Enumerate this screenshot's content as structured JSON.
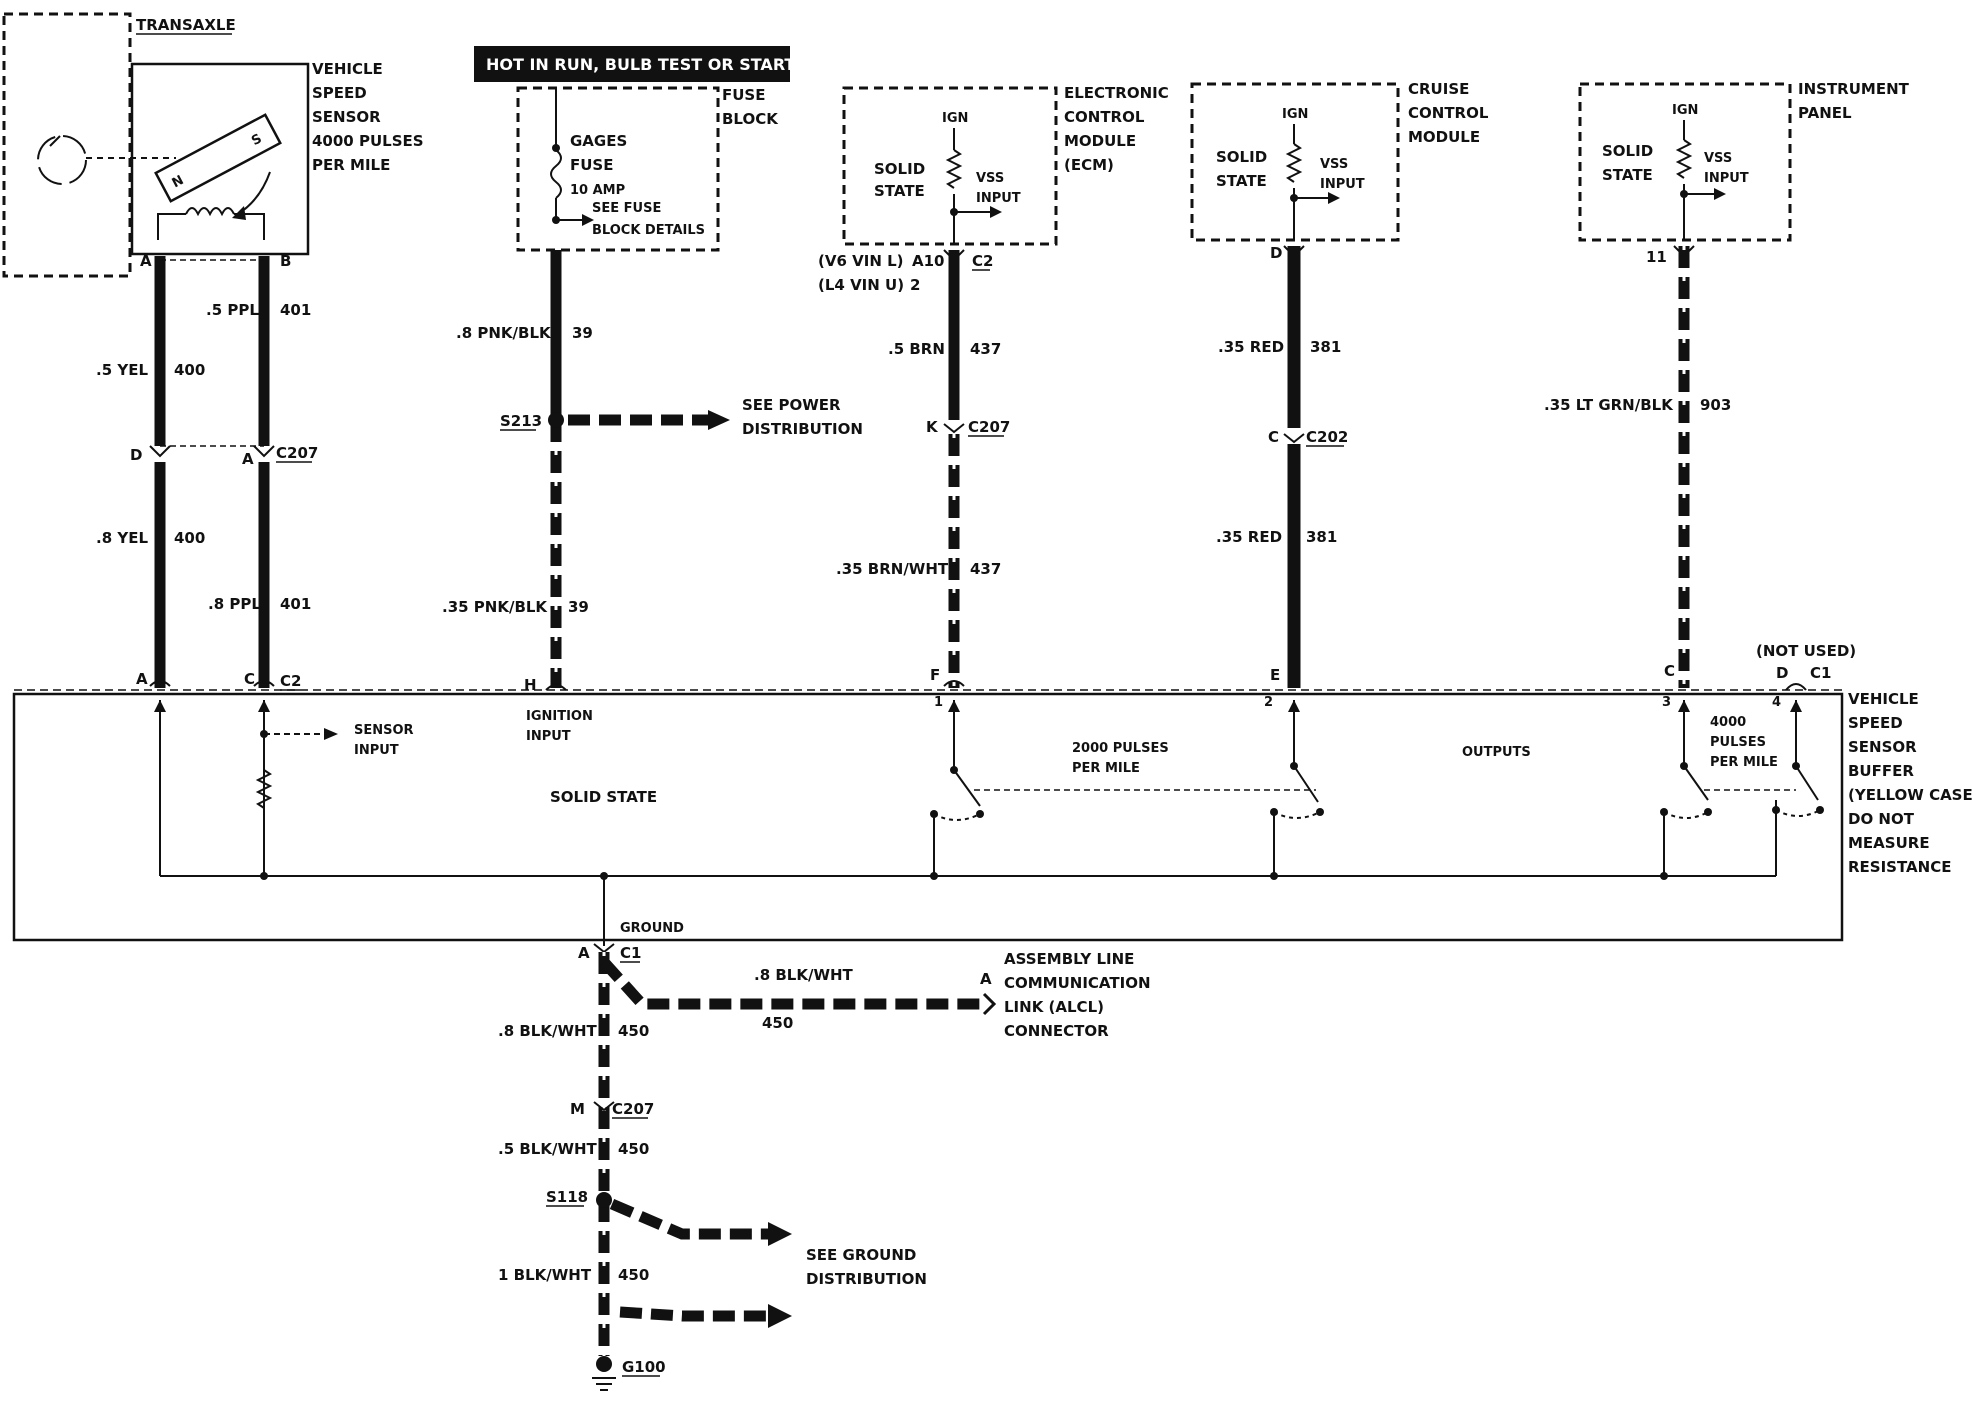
{
  "banner": "HOT IN RUN, BULB TEST OR START",
  "components": {
    "transaxle": "TRANSAXLE",
    "vss": [
      "VEHICLE",
      "SPEED",
      "SENSOR",
      "4000 PULSES",
      "PER MILE"
    ],
    "fuse_block": [
      "FUSE",
      "BLOCK"
    ],
    "gages_fuse": [
      "GAGES",
      "FUSE",
      "10 AMP"
    ],
    "see_fuse": [
      "SEE FUSE",
      "BLOCK DETAILS"
    ],
    "ecm": [
      "ELECTRONIC",
      "CONTROL",
      "MODULE",
      "(ECM)"
    ],
    "cruise": [
      "CRUISE",
      "CONTROL",
      "MODULE"
    ],
    "ipc": [
      "INSTRUMENT",
      "PANEL"
    ],
    "solid_state": [
      "SOLID",
      "STATE"
    ],
    "ign": "IGN",
    "vss_input": [
      "VSS",
      "INPUT"
    ],
    "buffer": [
      "VEHICLE",
      "SPEED",
      "SENSOR",
      "BUFFER",
      "(YELLOW CASE)",
      "DO NOT",
      "MEASURE",
      "RESISTANCE"
    ],
    "alcl": [
      "ASSEMBLY LINE",
      "COMMUNICATION",
      "LINK (ALCL)",
      "CONNECTOR"
    ],
    "power_dist": [
      "SEE POWER",
      "DISTRIBUTION"
    ],
    "ground_dist": [
      "SEE GROUND",
      "DISTRIBUTION"
    ]
  },
  "buffer_internals": {
    "sensor_input": [
      "SENSOR",
      "INPUT"
    ],
    "ignition_input": [
      "IGNITION",
      "INPUT"
    ],
    "solid_state": "SOLID STATE",
    "pulses_2000": [
      "2000 PULSES",
      "PER MILE"
    ],
    "outputs": "OUTPUTS",
    "pulses_4000": [
      "4000",
      "PULSES",
      "PER MILE"
    ],
    "not_used": "(NOT USED)",
    "ground": "GROUND",
    "outputs_pins": [
      "1",
      "2",
      "3",
      "4"
    ]
  },
  "wires": {
    "yel_top": [
      ".5 YEL",
      "400"
    ],
    "yel_bot": [
      ".8 YEL",
      "400"
    ],
    "ppl_top": [
      ".5 PPL",
      "401"
    ],
    "ppl_bot": [
      ".8 PPL",
      "401"
    ],
    "pnk_top": [
      ".8 PNK/BLK",
      "39"
    ],
    "pnk_bot": [
      ".35 PNK/BLK",
      "39"
    ],
    "brn_top": [
      ".5 BRN",
      "437"
    ],
    "brn_bot": [
      ".35 BRN/WHT",
      "437"
    ],
    "red_top": [
      ".35 RED",
      "381"
    ],
    "red_bot": [
      ".35 RED",
      "381"
    ],
    "ltgrn": [
      ".35 LT GRN/BLK",
      "903"
    ],
    "alcl_wire": [
      ".8 BLK/WHT",
      "450"
    ],
    "blk1": [
      ".8 BLK/WHT",
      "450"
    ],
    "blk2": [
      ".5 BLK/WHT",
      "450"
    ],
    "blk3": [
      "1 BLK/WHT",
      "450"
    ]
  },
  "connectors": {
    "vss_a": "A",
    "vss_b": "B",
    "c207_d": "D",
    "c207_a": "A",
    "c207": "C207",
    "c2_a": "A",
    "c2_c": "C",
    "c2": "C2",
    "h": "H",
    "ecm_v6": "(V6 VIN L)",
    "ecm_a10": "A10",
    "ecm_c2": "C2",
    "ecm_l4": "(L4 VIN U)",
    "ecm_2": "2",
    "k": "K",
    "k_c207": "C207",
    "cruise_d": "D",
    "cruise_c": "C",
    "c202": "C202",
    "ipc_11": "11",
    "f": "F",
    "e": "E",
    "c": "C",
    "d": "D",
    "c1": "C1",
    "gnd_a": "A",
    "gnd_c1": "C1",
    "alcl_a": "A",
    "m": "M",
    "m_c207": "C207"
  },
  "splices": {
    "s213": "S213",
    "s118": "S118",
    "g100": "G100"
  },
  "magnet": {
    "n": "N",
    "s": "S"
  }
}
